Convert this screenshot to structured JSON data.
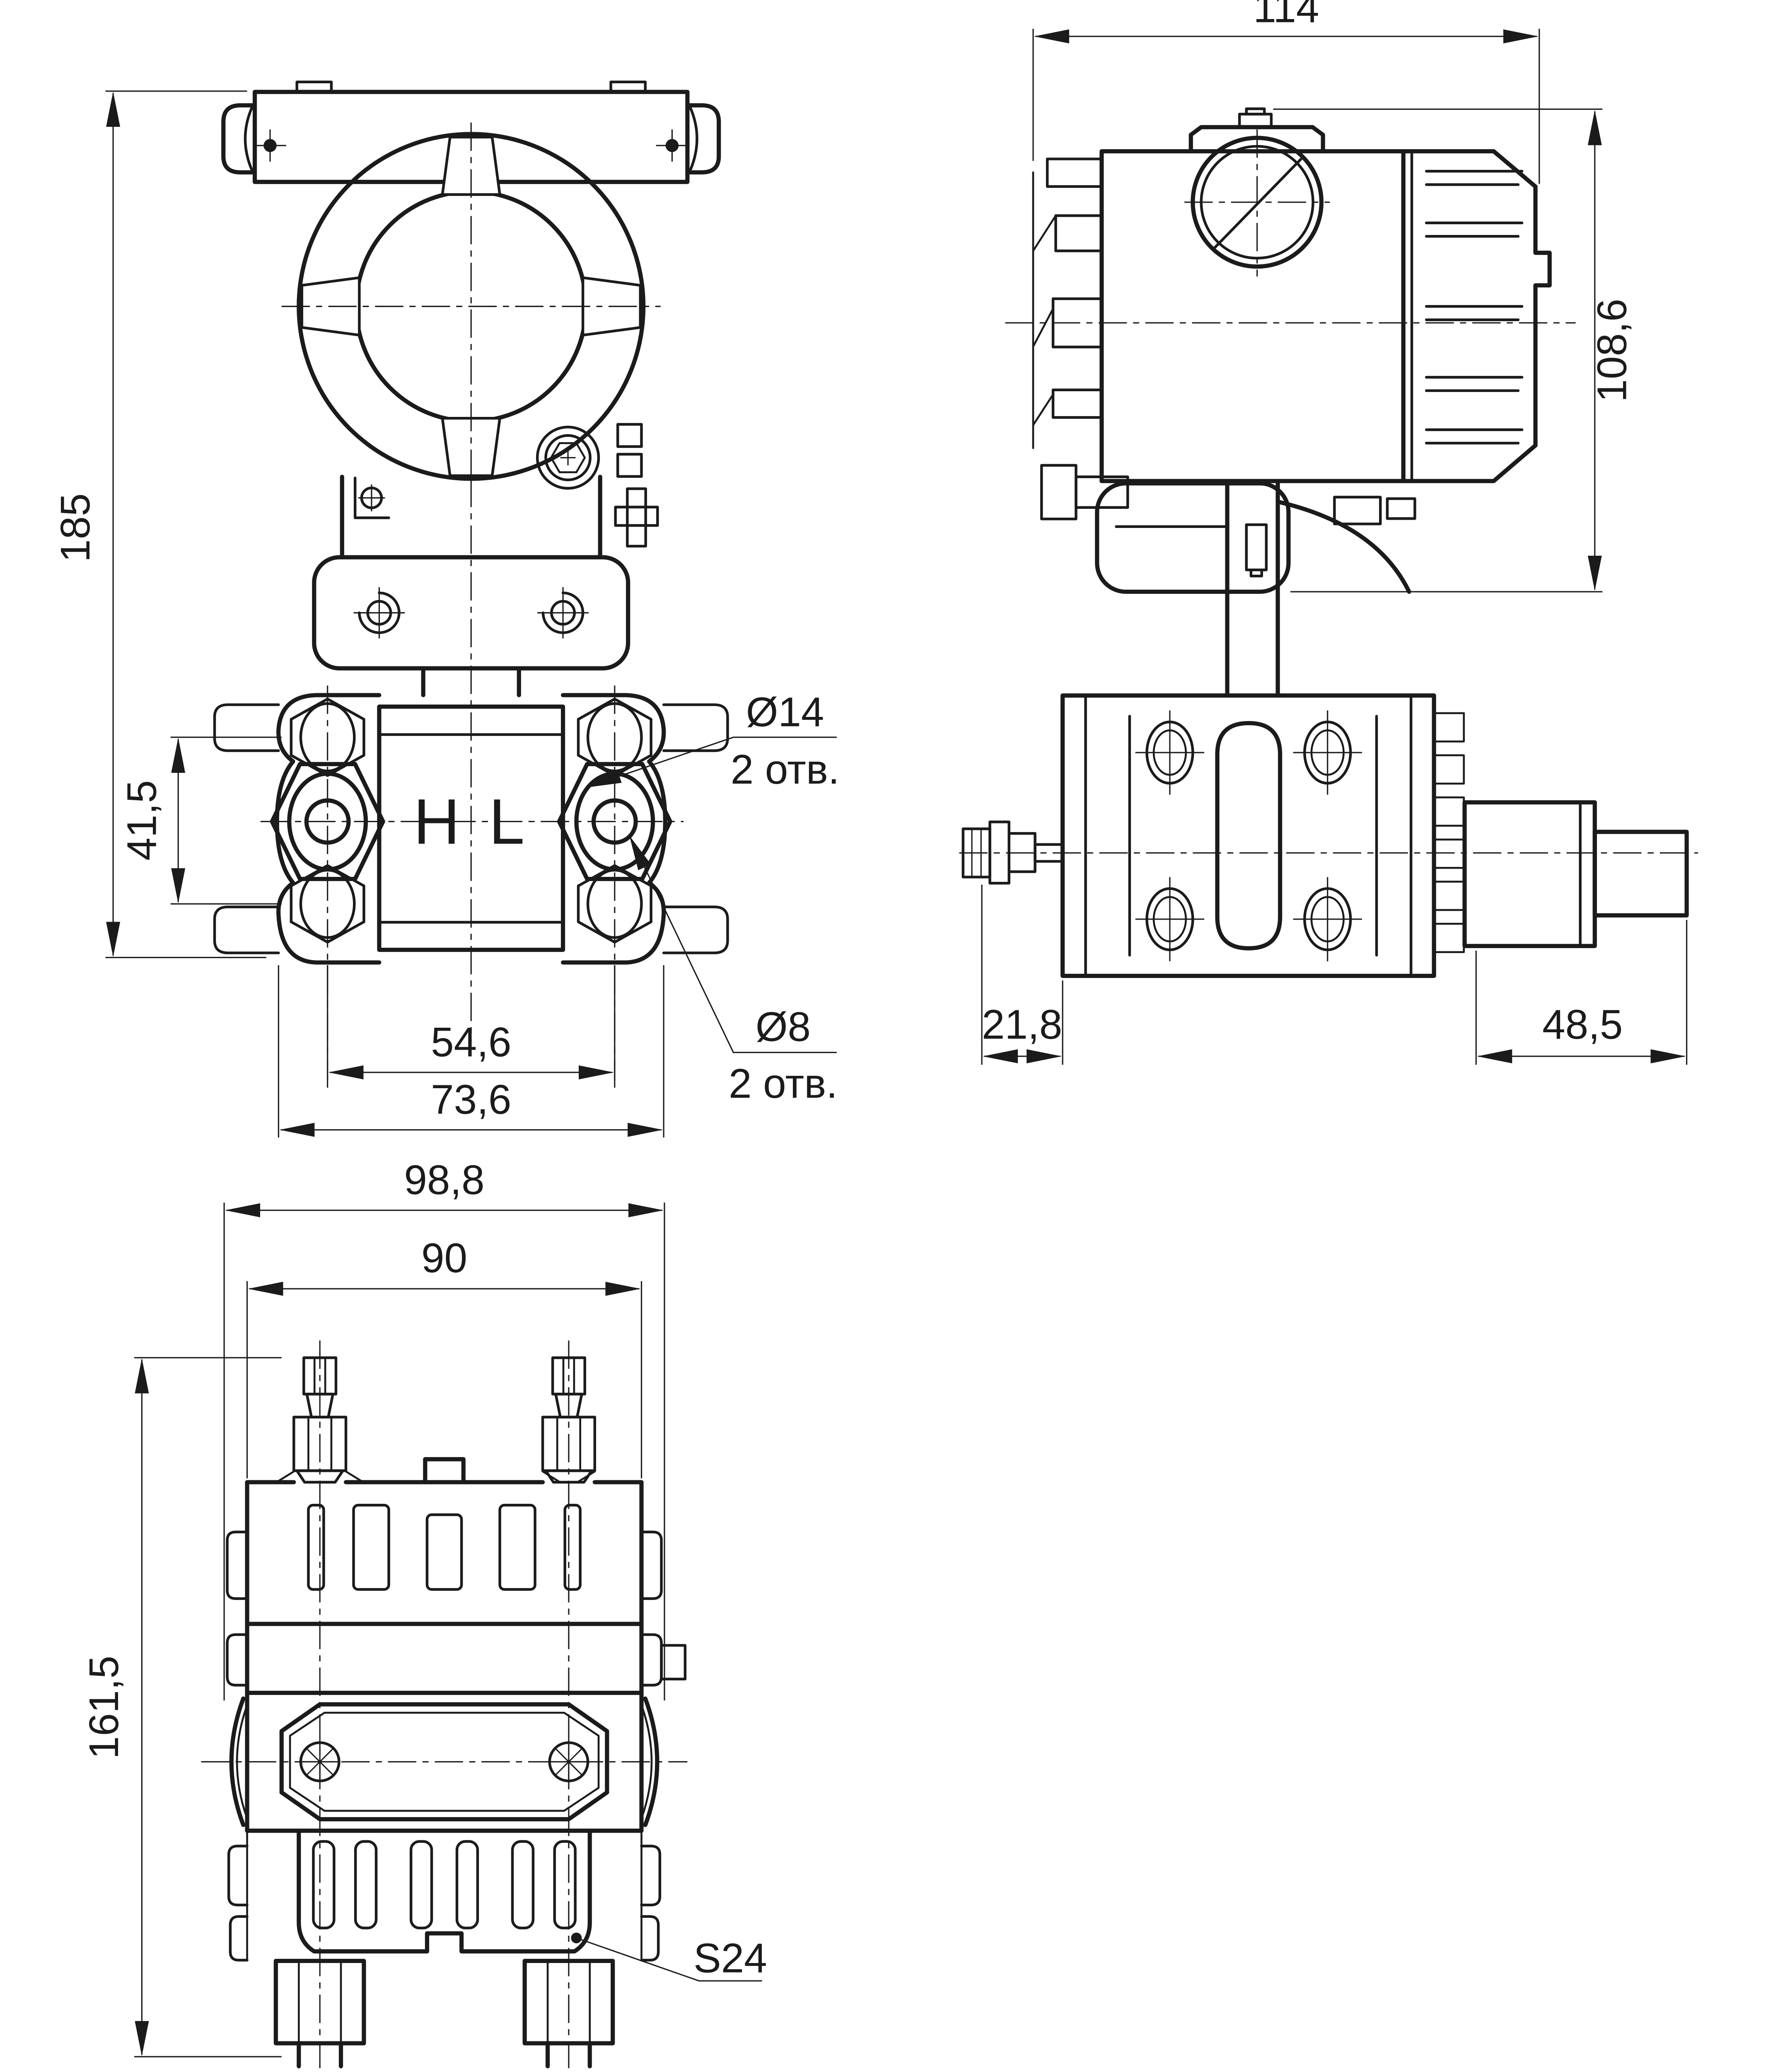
{
  "drawing": {
    "kind": "engineering-dimension-drawing",
    "colors": {
      "line": "#1b1b1b",
      "background": "#ffffff"
    },
    "views": {
      "front": {
        "dim_total_height": "185",
        "dim_bolt_spacing": "41,5",
        "dim_port_spacing": "54,6",
        "dim_flange_width": "73,6",
        "label_hole14_dia": "Ø14",
        "label_hole14_qty": "2 отв.",
        "label_hole8_dia": "Ø8",
        "label_hole8_qty": "2 отв.",
        "label_high_port": "H",
        "label_low_port": "L"
      },
      "side": {
        "dim_total_width": "114",
        "dim_housing_height": "108,6",
        "dim_vent_offset": "21,8",
        "dim_connector_length": "48,5"
      },
      "bottom": {
        "dim_width_over_caps": "98,8",
        "dim_body_width": "90",
        "dim_total_height": "161,5",
        "label_wrench_size": "S24"
      }
    }
  }
}
